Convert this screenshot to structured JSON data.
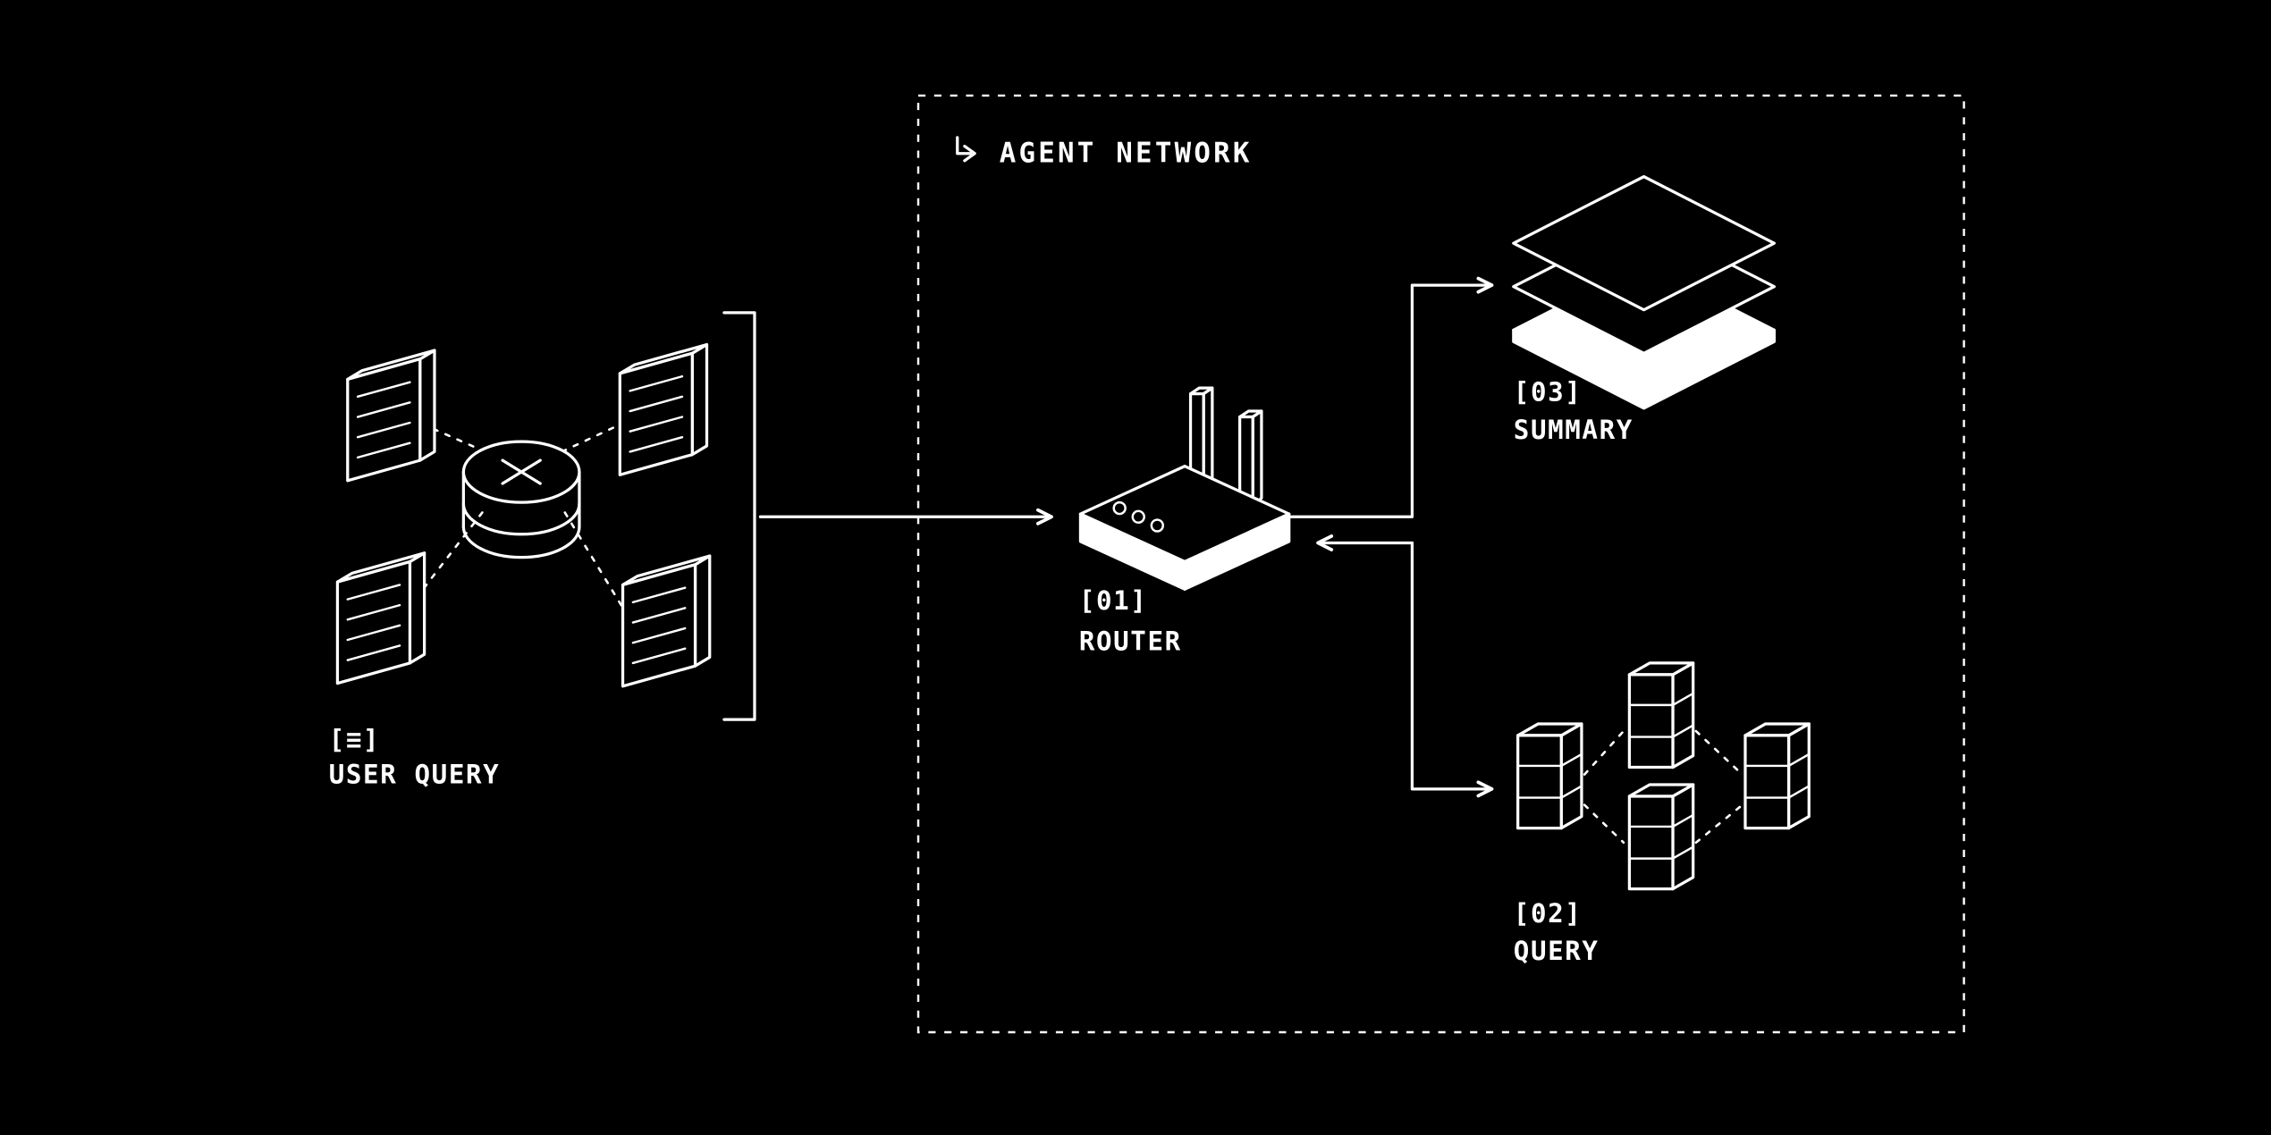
{
  "colors": {
    "background": "#000000",
    "ink": "#ffffff"
  },
  "user_query": {
    "tag": "[≡]",
    "label": "USER QUERY"
  },
  "agent_network": {
    "title": "AGENT NETWORK"
  },
  "router": {
    "tag": "[01]",
    "label": "ROUTER"
  },
  "summary": {
    "tag": "[03]",
    "label": "SUMMARY"
  },
  "query": {
    "tag": "[02]",
    "label": "QUERY"
  }
}
